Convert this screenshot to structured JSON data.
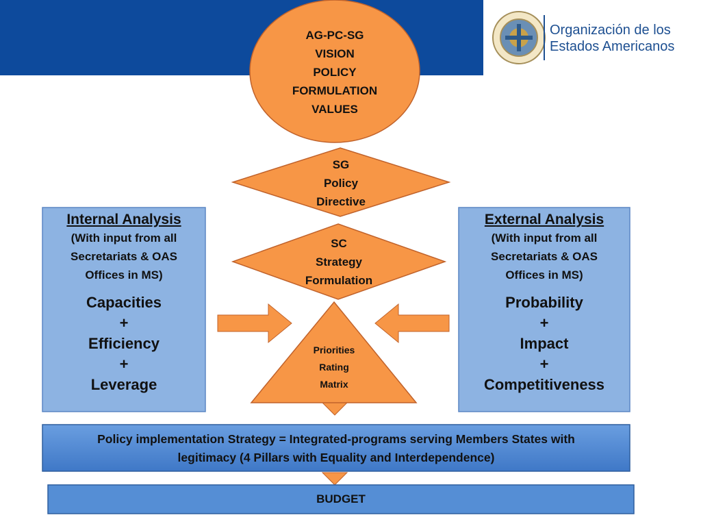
{
  "header": {
    "org_line1": "Organización de los",
    "org_line2": "Estados Americanos",
    "logo_icon": "oas-seal-icon"
  },
  "diagram": {
    "circle": {
      "lines": [
        "AG-PC-SG",
        "VISION",
        "POLICY",
        "FORMULATION",
        "VALUES"
      ]
    },
    "diamond1": {
      "lines": [
        "SG",
        "Policy",
        "Directive"
      ]
    },
    "diamond2": {
      "lines": [
        "SC",
        "Strategy",
        "Formulation"
      ]
    },
    "triangle": {
      "lines": [
        "Priorities",
        "Rating",
        "Matrix"
      ]
    },
    "internal": {
      "title": "Internal Analysis",
      "sub": [
        "(With input from all",
        "Secretariats & OAS",
        "Offices in MS)"
      ],
      "items": [
        "Capacities",
        "+",
        "Efficiency",
        "+",
        "Leverage"
      ]
    },
    "external": {
      "title": "External Analysis",
      "sub": [
        "(With input from all",
        "Secretariats & OAS",
        "Offices in MS)"
      ],
      "items": [
        "Probability",
        "+",
        "Impact",
        "+",
        "Competitiveness"
      ]
    },
    "strategy": {
      "line1": "Policy implementation Strategy = Integrated-programs serving Members States with",
      "line2": "legitimacy (4 Pillars with  Equality and Interdependence)"
    },
    "budget": "BUDGET"
  },
  "colors": {
    "header_blue": "#0d4a9c",
    "orange": "#f79646",
    "light_blue": "#8db3e2",
    "mid_blue": "#558ed5"
  }
}
